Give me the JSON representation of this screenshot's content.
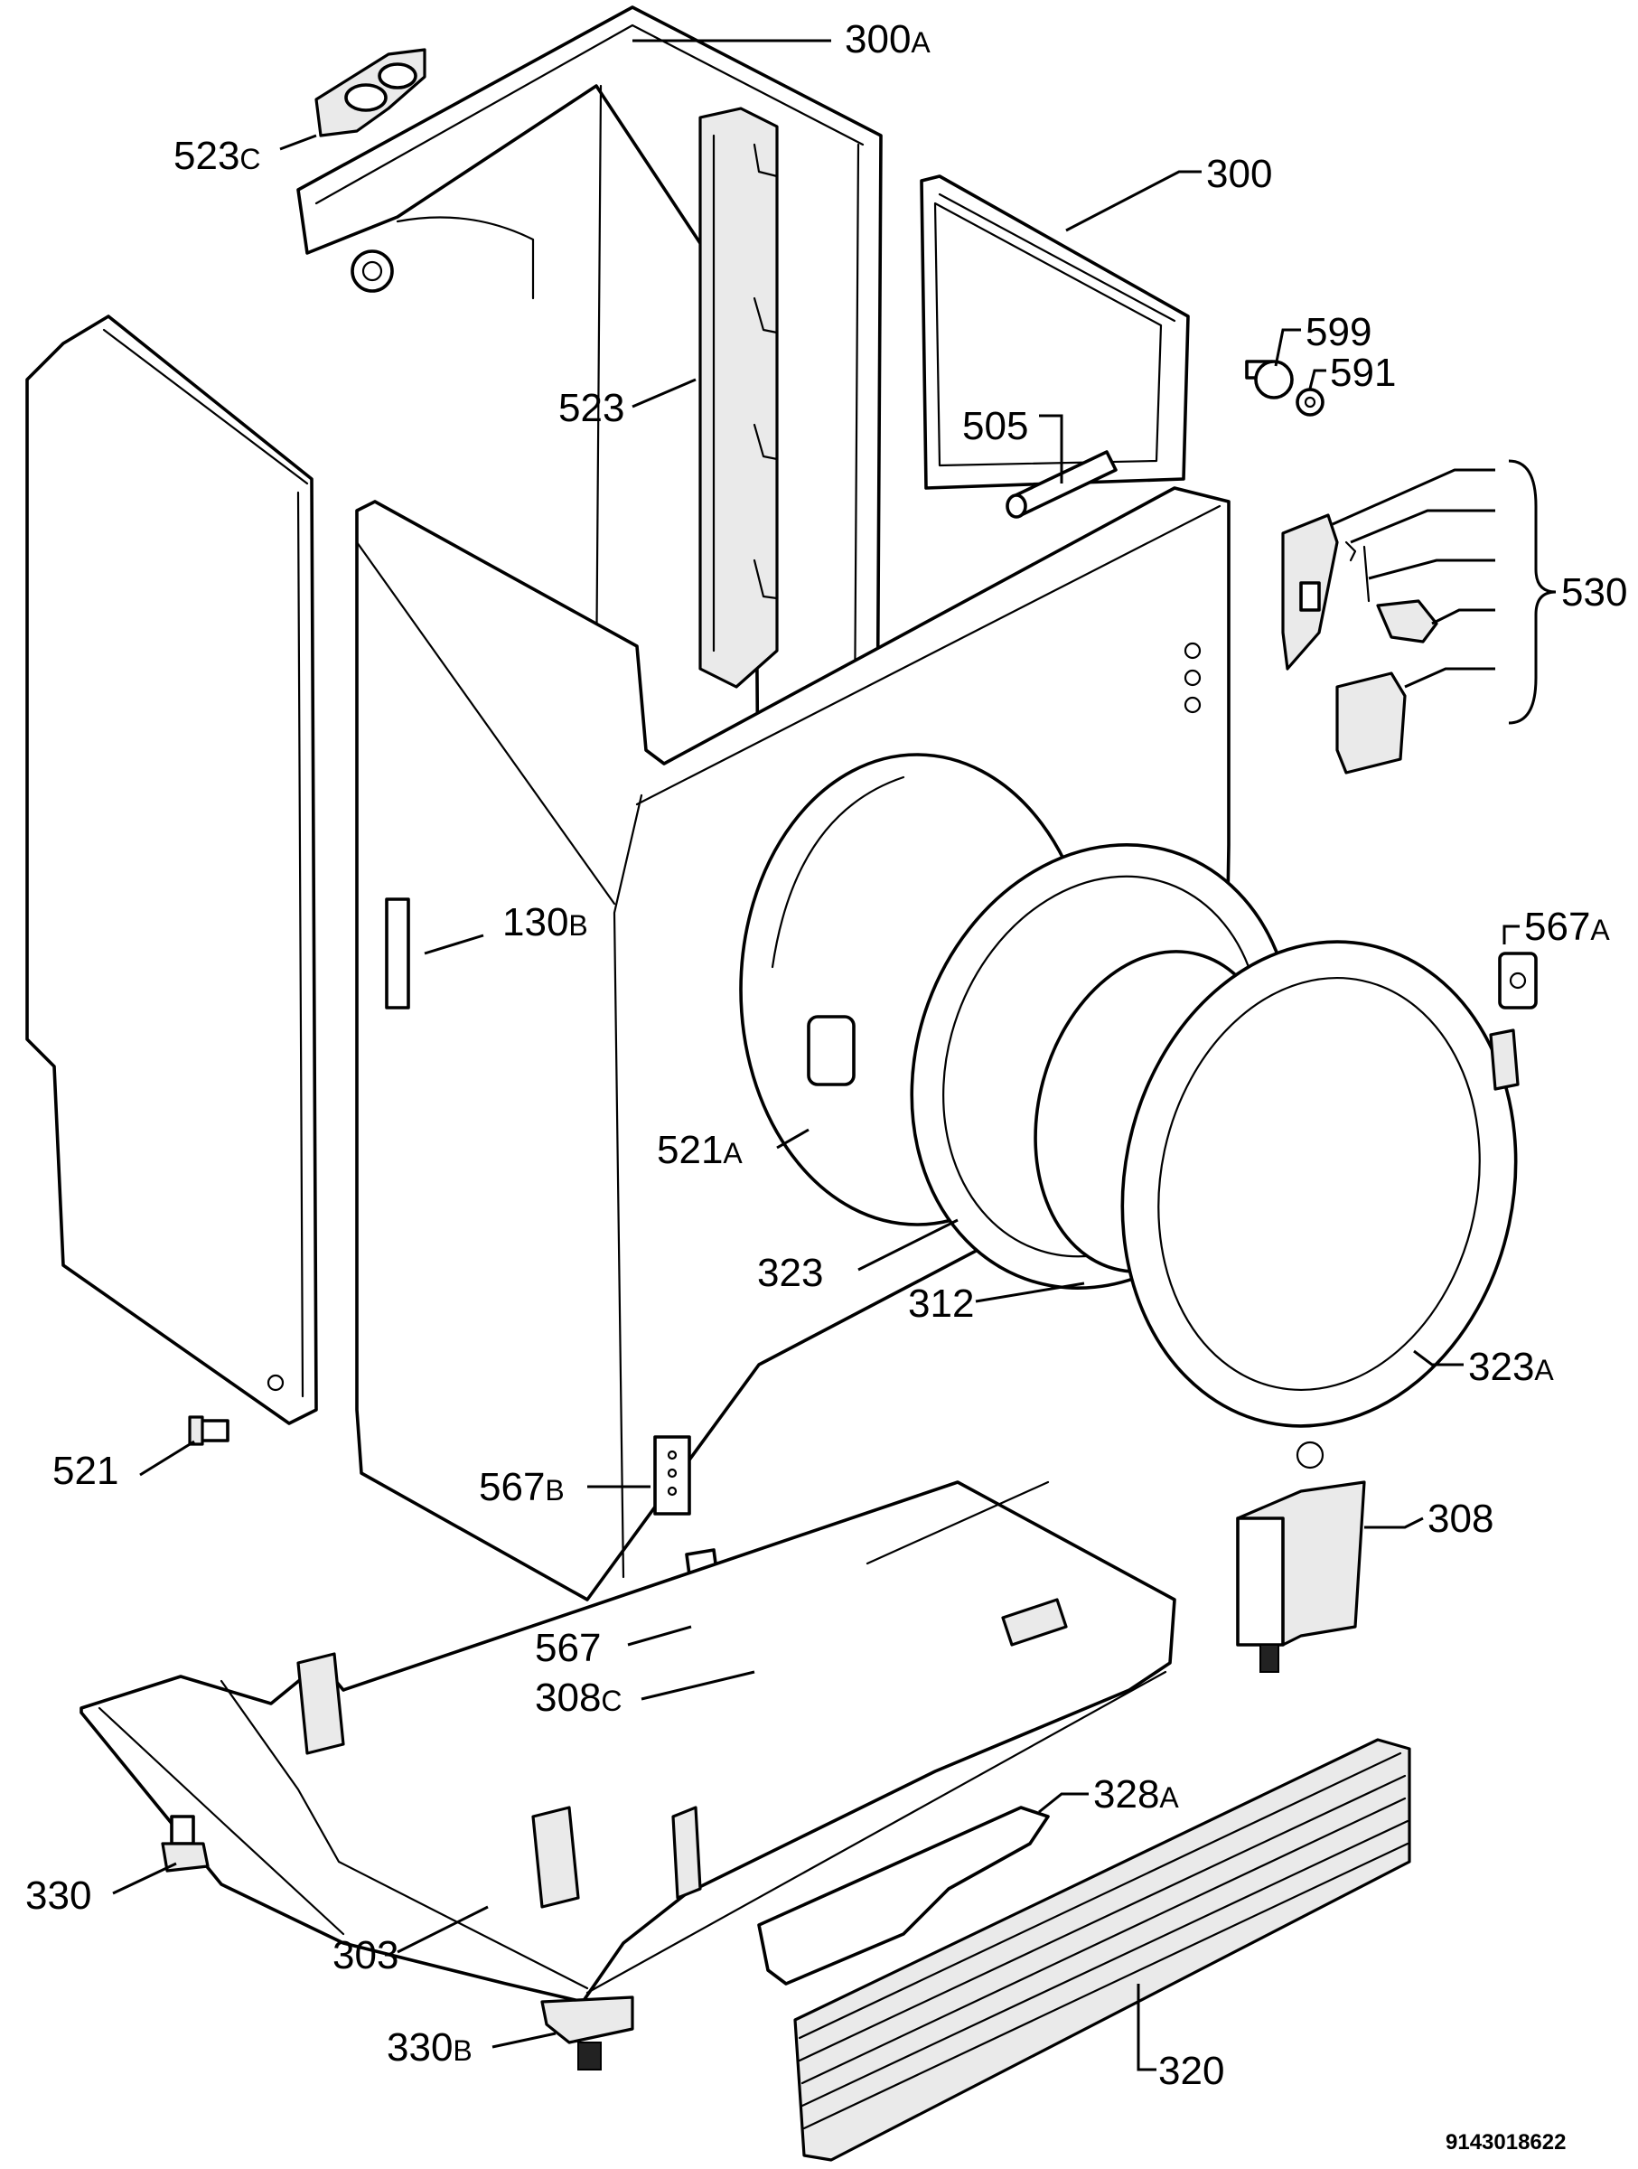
{
  "labels": {
    "l300a": {
      "num": "300",
      "suffix": "A"
    },
    "l523c": {
      "num": "523",
      "suffix": "C"
    },
    "l300": {
      "num": "300",
      "suffix": ""
    },
    "l599": {
      "num": "599",
      "suffix": ""
    },
    "l591": {
      "num": "591",
      "suffix": ""
    },
    "l523": {
      "num": "523",
      "suffix": ""
    },
    "l505": {
      "num": "505",
      "suffix": ""
    },
    "l530": {
      "num": "530",
      "suffix": ""
    },
    "l130b": {
      "num": "130",
      "suffix": "B"
    },
    "l567a": {
      "num": "567",
      "suffix": "A"
    },
    "l521a": {
      "num": "521",
      "suffix": "A"
    },
    "l323": {
      "num": "323",
      "suffix": ""
    },
    "l312": {
      "num": "312",
      "suffix": ""
    },
    "l323a": {
      "num": "323",
      "suffix": "A"
    },
    "l521": {
      "num": "521",
      "suffix": ""
    },
    "l567b": {
      "num": "567",
      "suffix": "B"
    },
    "l308": {
      "num": "308",
      "suffix": ""
    },
    "l567": {
      "num": "567",
      "suffix": ""
    },
    "l308c": {
      "num": "308",
      "suffix": "C"
    },
    "l328a": {
      "num": "328",
      "suffix": "A"
    },
    "l330": {
      "num": "330",
      "suffix": ""
    },
    "l303": {
      "num": "303",
      "suffix": ""
    },
    "l330b": {
      "num": "330",
      "suffix": "B"
    },
    "l320": {
      "num": "320",
      "suffix": ""
    }
  },
  "drawing_code": "9143018622"
}
